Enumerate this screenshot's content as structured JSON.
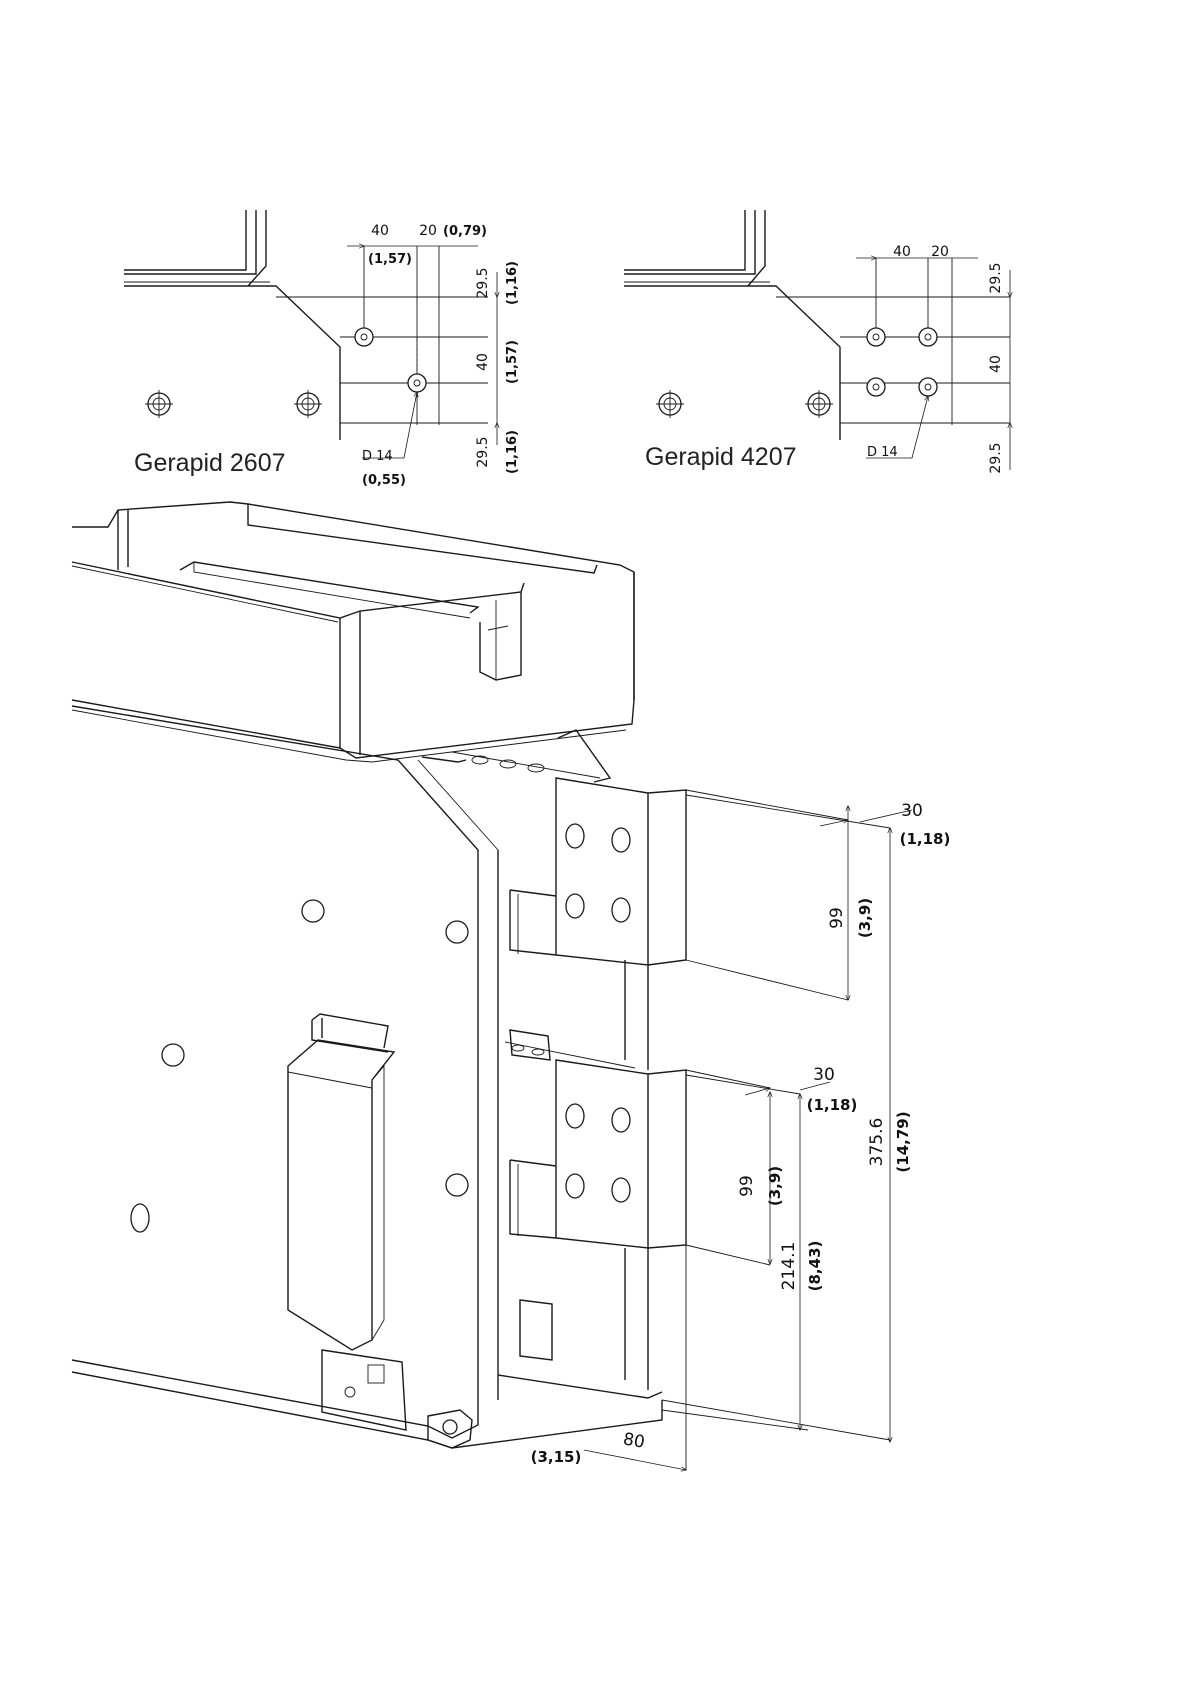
{
  "drawing": {
    "colors": {
      "line": "#1a1a1a",
      "background": "#ffffff"
    },
    "detail_2607": {
      "title": "Gerapid 2607",
      "dim_40": "40",
      "dim_40_in": "(1,57)",
      "dim_20": "20",
      "dim_20_in": "(0,79)",
      "dim_295_top": "29.5",
      "dim_295_top_in": "(1,16)",
      "dim_40_v": "40",
      "dim_40_v_in": "(1,57)",
      "dim_295_bot": "29.5",
      "dim_295_bot_in": "(1,16)",
      "hole_label": "D  14",
      "hole_label_in": "(0,55)"
    },
    "detail_4207": {
      "title": "Gerapid 4207",
      "dim_40": "40",
      "dim_20": "20",
      "dim_295_top": "29.5",
      "dim_40_v": "40",
      "dim_295_bot": "29.5",
      "hole_label": "D  14"
    },
    "main": {
      "dim_30_upper": "30",
      "dim_30_upper_in": "(1,18)",
      "dim_99_upper": "99",
      "dim_99_upper_in": "(3,9)",
      "dim_30_lower": "30",
      "dim_30_lower_in": "(1,18)",
      "dim_99_lower": "99",
      "dim_99_lower_in": "(3,9)",
      "dim_2141": "214.1",
      "dim_2141_in": "(8,43)",
      "dim_3756": "375.6",
      "dim_3756_in": "(14,79)",
      "dim_80": "80",
      "dim_80_in": "(3,15)"
    }
  }
}
